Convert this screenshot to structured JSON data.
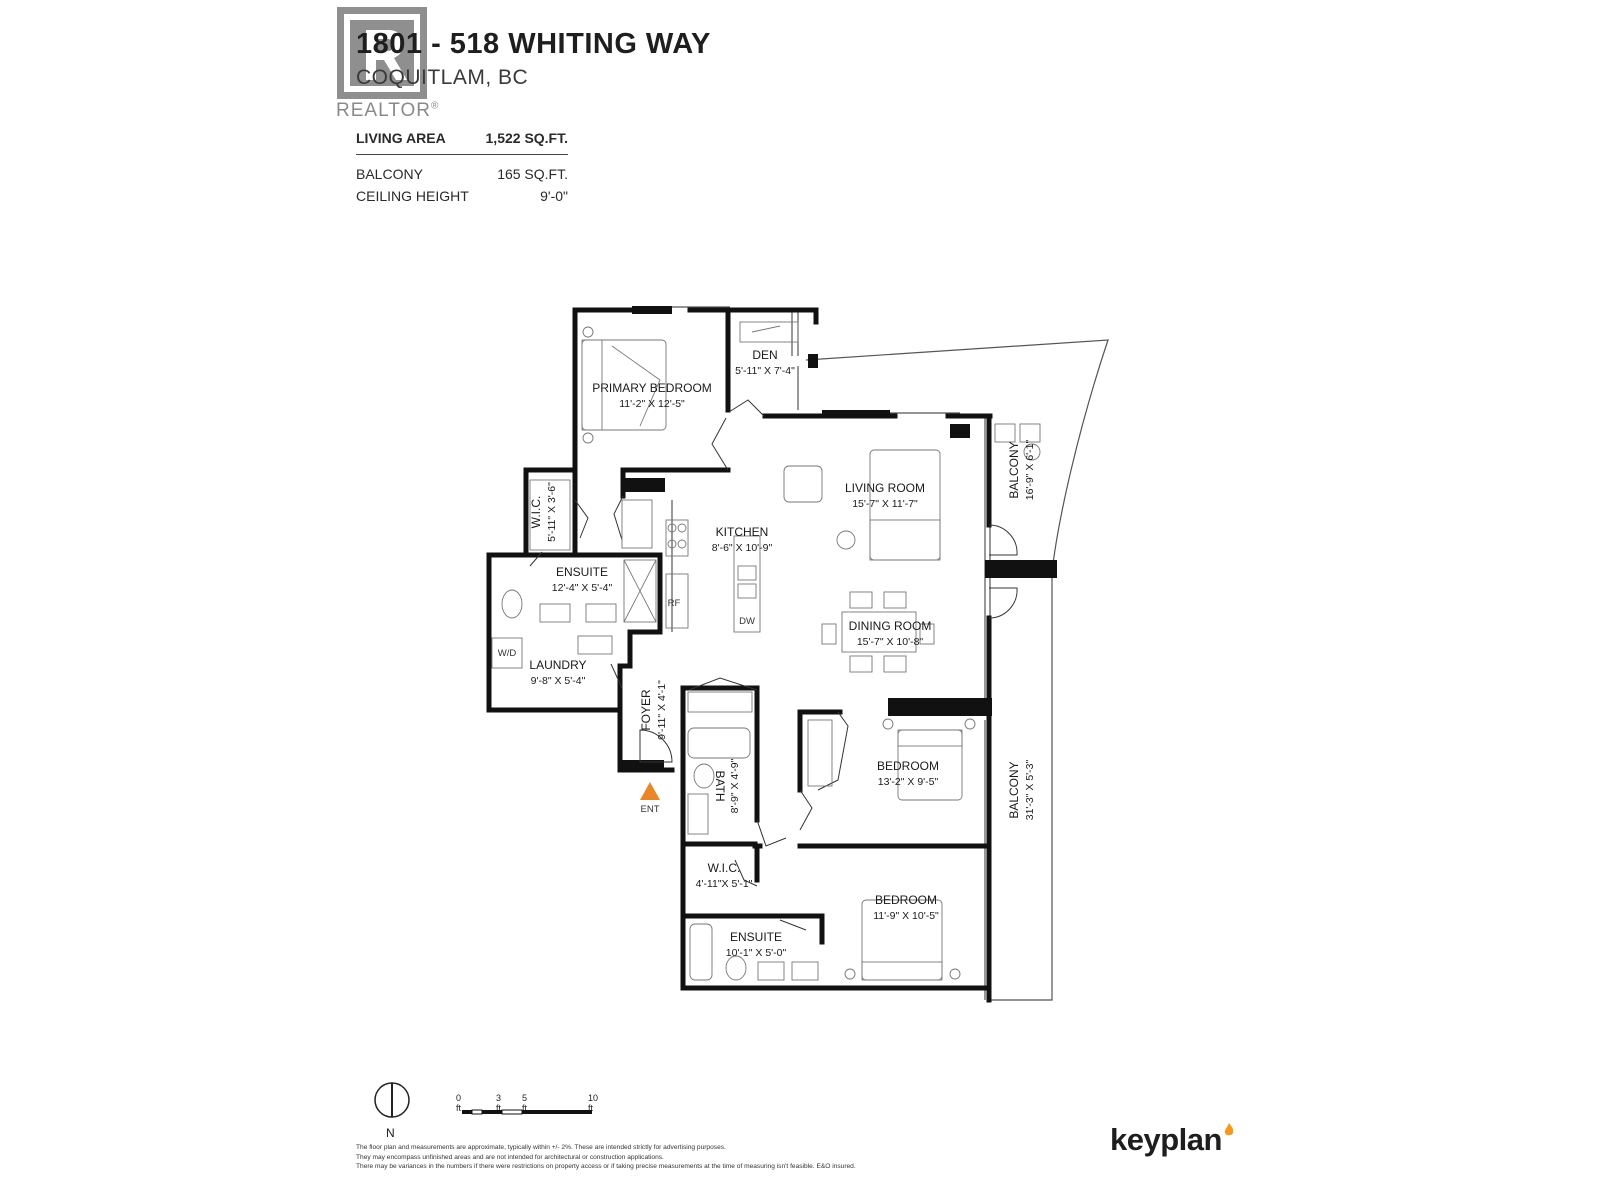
{
  "header": {
    "title": "1801 - 518 WHITING WAY",
    "subtitle": "COQUITLAM, BC",
    "watermark": "REALTOR",
    "watermark_mark": "®"
  },
  "stats": {
    "living": {
      "label": "LIVING AREA",
      "value": "1,522 SQ.FT."
    },
    "balcony": {
      "label": "BALCONY",
      "value": "165 SQ.FT."
    },
    "ceiling": {
      "label": "CEILING HEIGHT",
      "value": "9'-0\""
    }
  },
  "rooms": {
    "primary_bedroom": {
      "name": "PRIMARY BEDROOM",
      "dims": "11'-2\"  X  12'-5\""
    },
    "den": {
      "name": "DEN",
      "dims": "5'-11\"  X  7'-4\""
    },
    "living_room": {
      "name": "LIVING ROOM",
      "dims": "15'-7\"  X  11'-7\""
    },
    "balcony_top": {
      "name": "BALCONY",
      "dims": "16'-9\"  X  6'-1\""
    },
    "wic_top": {
      "name": "W.I.C.",
      "dims": "5'-11\"  X  3'-6\""
    },
    "kitchen": {
      "name": "KITCHEN",
      "dims": "8'-6\"  X  10'-9\""
    },
    "ensuite_top": {
      "name": "ENSUITE",
      "dims": "12'-4\"  X  5'-4\""
    },
    "dining_room": {
      "name": "DINING ROOM",
      "dims": "15'-7\"  X  10'-8\""
    },
    "laundry": {
      "name": "LAUNDRY",
      "dims": "9'-8\"  X  5'-4\""
    },
    "foyer": {
      "name": "FOYER",
      "dims": "9'-11\"  X  4'-1\""
    },
    "bath": {
      "name": "BATH",
      "dims": "8'-9\"  X  4'-9\""
    },
    "bedroom_mid": {
      "name": "BEDROOM",
      "dims": "13'-2\"  X  9'-5\""
    },
    "balcony_bottom": {
      "name": "BALCONY",
      "dims": "31'-3\"  X  5'-3\""
    },
    "wic_bottom": {
      "name": "W.I.C.",
      "dims": "4'-11\"X  5'-1\""
    },
    "bedroom_bottom": {
      "name": "BEDROOM",
      "dims": "11'-9\"  X  10'-5\""
    },
    "ensuite_bottom": {
      "name": "ENSUITE",
      "dims": "10'-1\"  X  5'-0\""
    }
  },
  "fixtures": {
    "wd": "W/D",
    "rf": "RF",
    "dw": "DW",
    "entrance": "ENT"
  },
  "compass": {
    "north": "N"
  },
  "scale": {
    "labels": [
      "0 ft",
      "3 ft",
      "5 ft",
      "10 ft"
    ]
  },
  "disclaimer": [
    "The floor plan and measurements are approximate, typically within +/- 2%. These are intended strictly for advertising purposes.",
    "They may encompass unfinished areas and are not intended for architectural or construction applications.",
    "There may be variances in the numbers if there were restrictions on property access or if taking precise measurements at the time of measuring isn't feasible. E&O insured."
  ],
  "brand": {
    "name": "keyplan",
    "accent_color": "#f39a1e"
  },
  "colors": {
    "wall": "#111111",
    "thin_line": "#555555",
    "entrance": "#e8862a",
    "watermark": "#8a8a8a"
  }
}
